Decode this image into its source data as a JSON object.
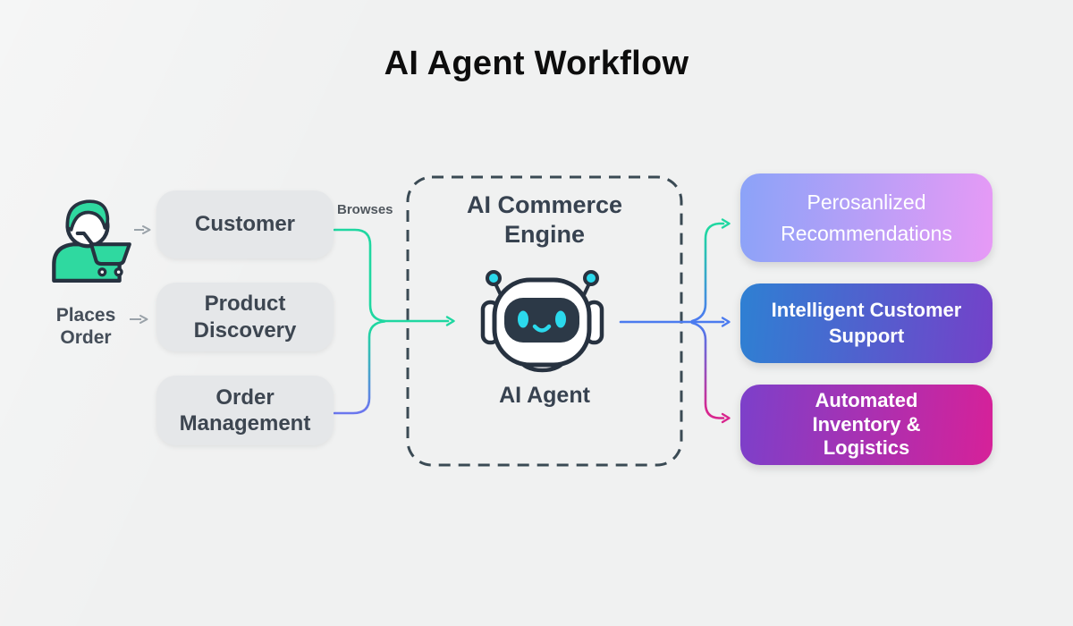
{
  "title": "AI Agent Workflow",
  "left_flow": {
    "places_order_label": "Places Order",
    "browses_label": "Browses",
    "boxes": [
      {
        "label": "Customer"
      },
      {
        "label": "Product Discovery"
      },
      {
        "label": "Order Management"
      }
    ]
  },
  "engine": {
    "title": "AI Commerce Engine",
    "agent_label": "AI Agent"
  },
  "outputs": [
    {
      "label": "Perosanlized Recommendations",
      "gradient_from": "#8ba3f8",
      "gradient_to": "#e79af6",
      "font_weight": "400"
    },
    {
      "label": "Intelligent Customer Support",
      "gradient_from": "#2e80d3",
      "gradient_to": "#7441c9",
      "font_weight": "700"
    },
    {
      "label": "Automated Inventory & Logistics",
      "gradient_from": "#7c40ca",
      "gradient_to": "#d62199",
      "font_weight": "700"
    }
  ],
  "colors": {
    "background": "#f0f1f1",
    "title_text": "#0d0d0d",
    "gray_box": "#e5e7e9",
    "gray_box_text": "#3d4651",
    "dashed_border": "#3a4a54",
    "arrow_gray": "#9aa2a9",
    "arrow_green": "#1fd7a1",
    "arrow_blue": "#4b7bef",
    "arrow_pink": "#d8268e",
    "merge_blue": "#6b77ee",
    "icon_teal": "#2fd9a0",
    "icon_outline": "#273240",
    "robot_face": "#2c3947",
    "robot_cyan": "#2bd9ec",
    "white": "#ffffff"
  },
  "icons": {
    "customer": "customer-cart-icon",
    "robot": "robot-icon"
  }
}
